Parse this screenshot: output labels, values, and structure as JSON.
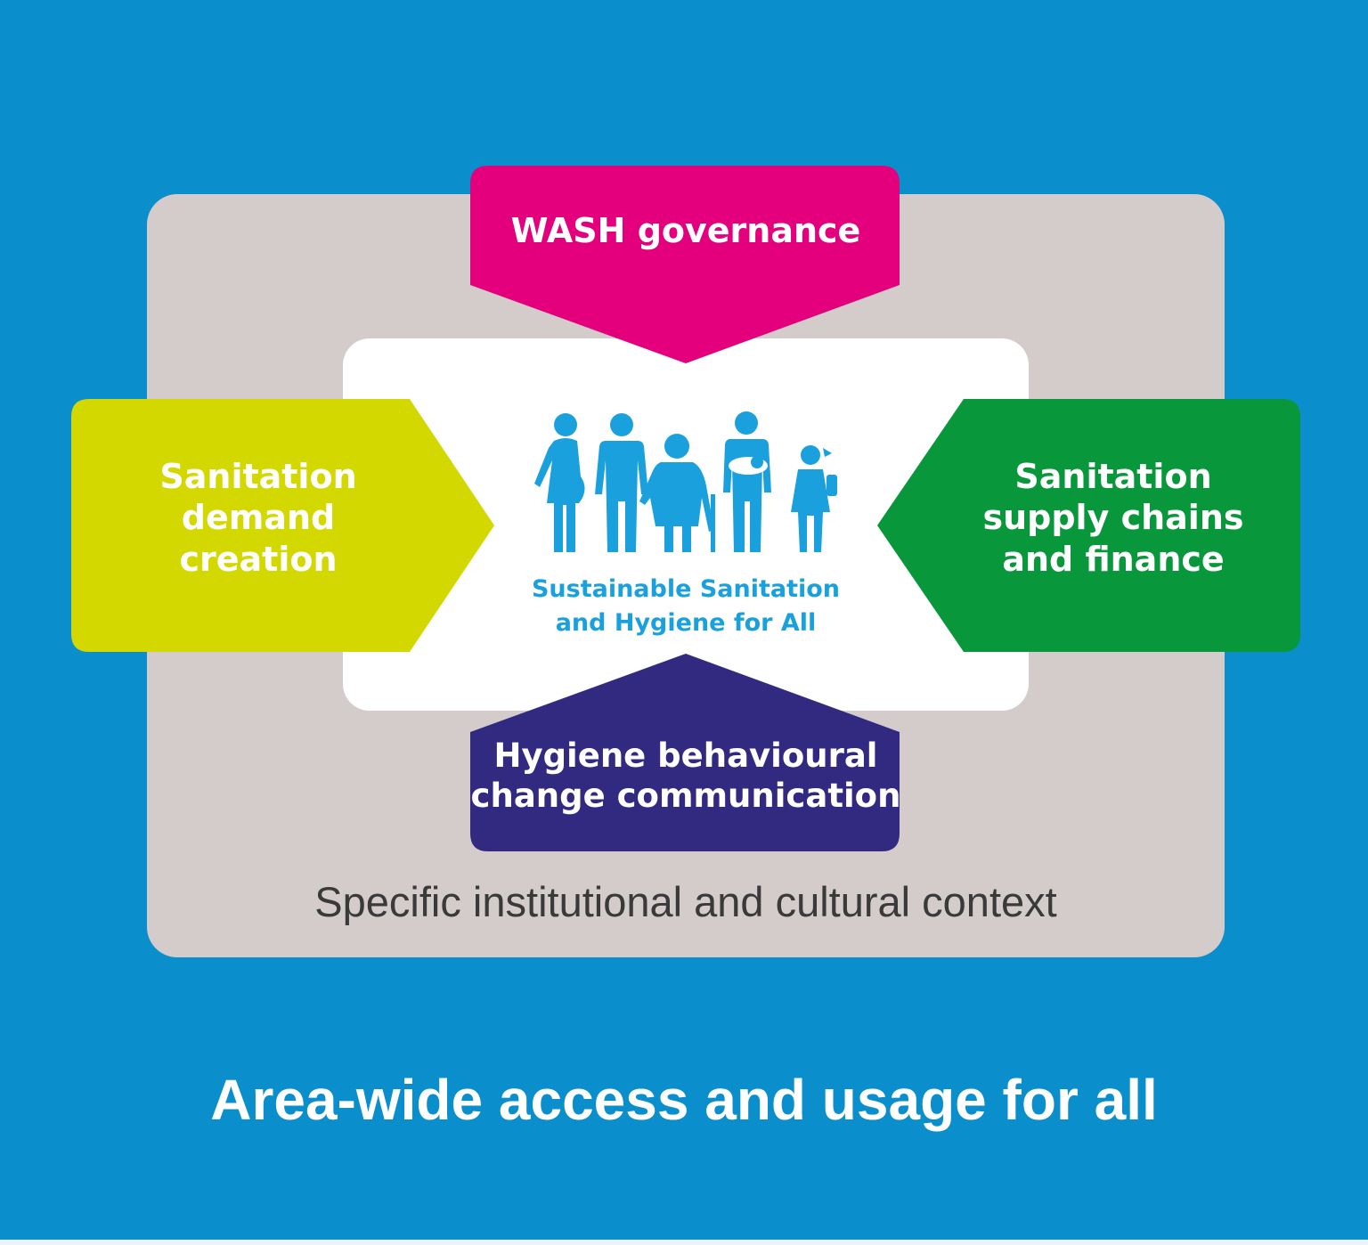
{
  "diagram": {
    "top_arrow": {
      "label": "WASH governance",
      "color": "#e4007d"
    },
    "left_arrow": {
      "lines": [
        "Sanitation",
        "demand",
        "creation"
      ],
      "color": "#d3d800"
    },
    "right_arrow": {
      "lines": [
        "Sanitation",
        "supply chains",
        "and finance"
      ],
      "color": "#08973a"
    },
    "bottom_arrow": {
      "lines": [
        "Hygiene behavioural",
        "change communication"
      ],
      "color": "#312a80"
    },
    "center": {
      "lines": [
        "Sustainable Sanitation",
        "and Hygiene for All"
      ],
      "icon": "family-people-icon",
      "color": "#1aa1dd"
    },
    "context_label": "Specific institutional and cultural context",
    "panel_color": "#d4cbcb"
  },
  "footer": {
    "title": "Area-wide access and usage for all"
  },
  "background_color": "#0a8fcc"
}
